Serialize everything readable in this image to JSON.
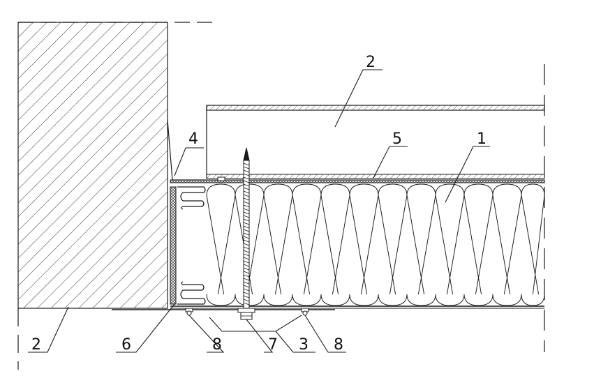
{
  "colors": {
    "line": "#1a1a1a",
    "hatch": "#333333",
    "insulation_line": "#222222",
    "background": "#ffffff"
  },
  "labels": {
    "insulation_core": "1",
    "upper_slab": "2",
    "wall_left": "2",
    "sealant_joint": "4",
    "skin_top": "5",
    "seal_strip": "6",
    "screw": "7",
    "skin_bottom": "3",
    "rivet_left": "8",
    "rivet_right": "8"
  }
}
